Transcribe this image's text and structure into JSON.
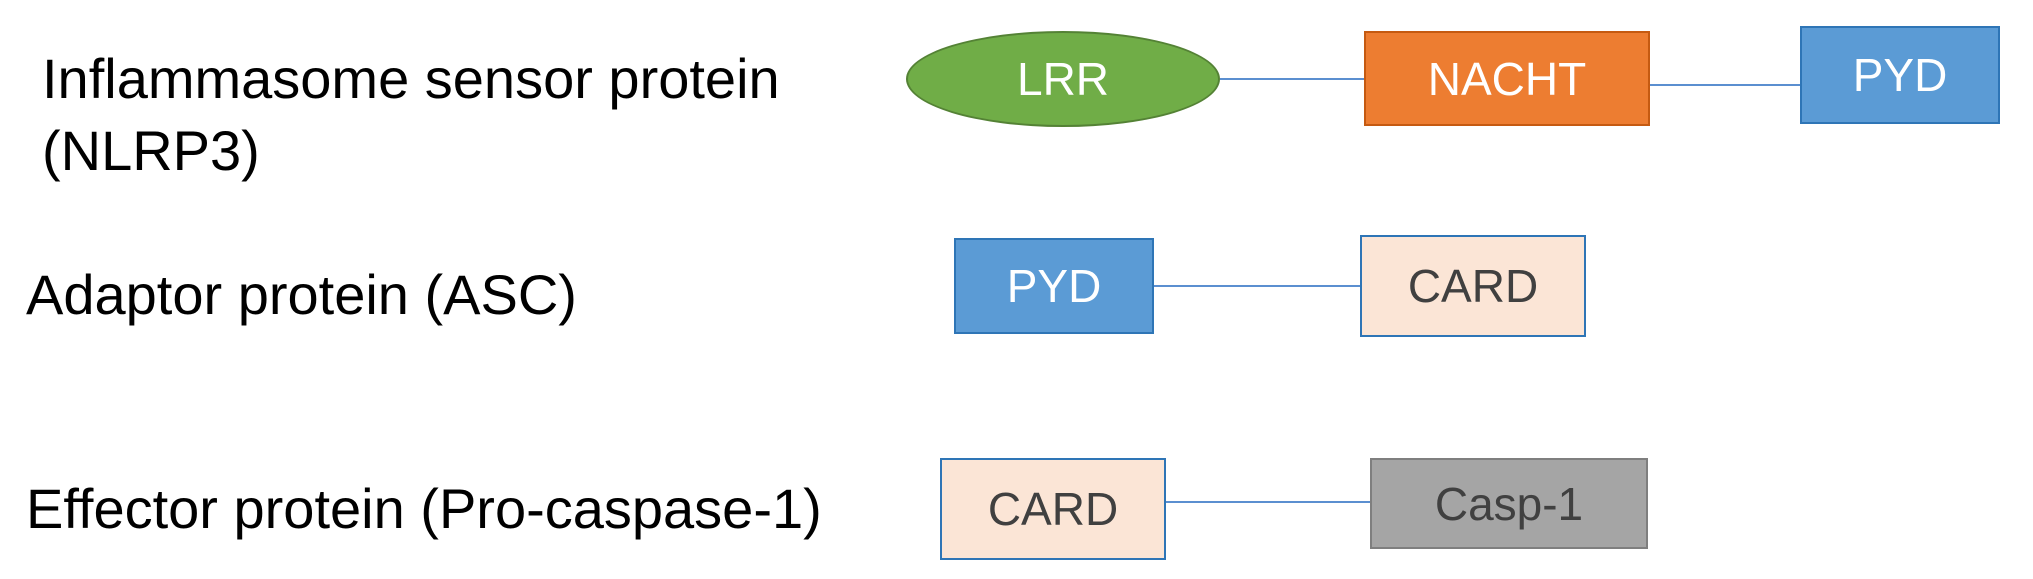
{
  "rows": [
    {
      "label_line1": "Inflammasome sensor protein",
      "label_line2": "(NLRP3)",
      "domains": [
        "LRR",
        "NACHT",
        "PYD"
      ]
    },
    {
      "label": "Adaptor protein (ASC)",
      "domains": [
        "PYD",
        "CARD"
      ]
    },
    {
      "label": "Effector protein (Pro-caspase-1)",
      "domains": [
        "CARD",
        "Casp-1"
      ]
    }
  ],
  "colors": {
    "LRR": "#70ad47",
    "NACHT": "#ed7d31",
    "PYD": "#5b9bd5",
    "CARD": "#fbe5d6",
    "Casp-1": "#a5a5a5",
    "connector": "#5b8fd0",
    "outline": "#2e75b6"
  }
}
